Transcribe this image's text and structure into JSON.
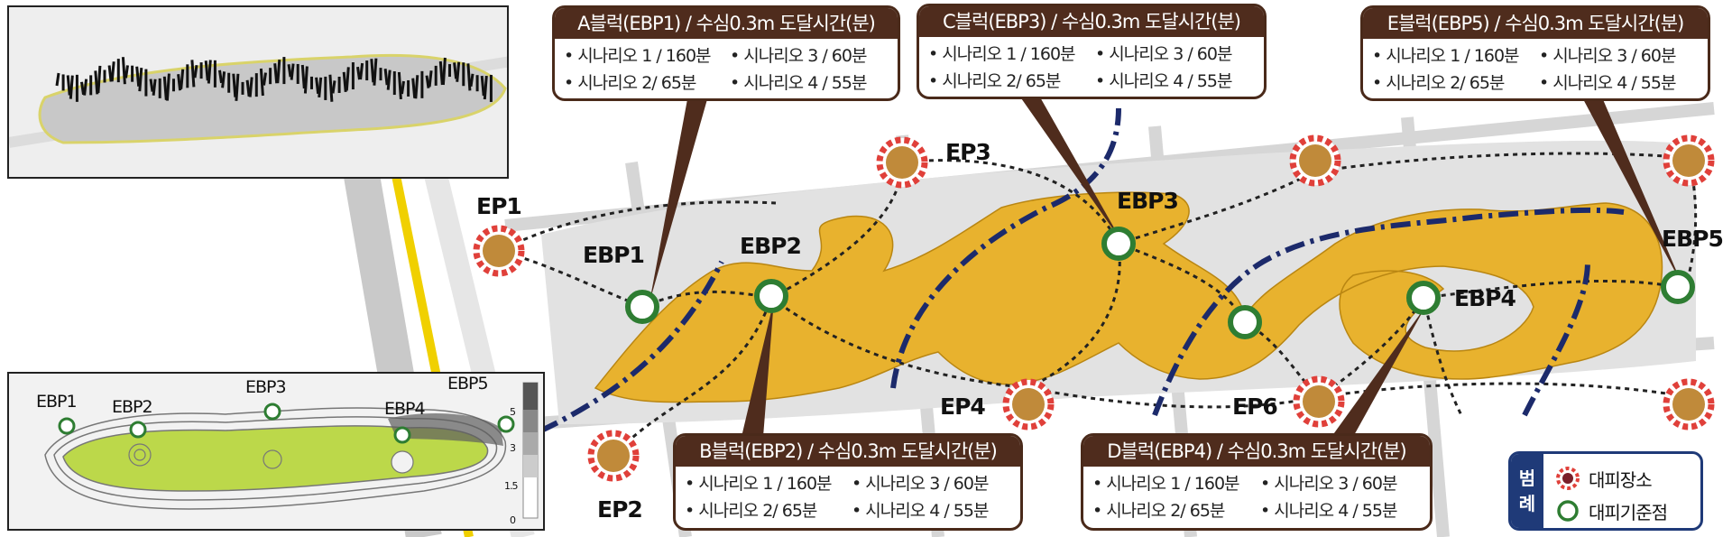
{
  "callouts": [
    {
      "title": "A블럭(EBP1) / 수심0.3m 도달시간(분)",
      "items": [
        "• 시나리오 1 / 160분",
        "• 시나리오 3 / 60분",
        "• 시나리오 2/ 65분",
        "• 시나리오 4 / 55분"
      ]
    },
    {
      "title": "C블럭(EBP3) / 수심0.3m 도달시간(분)",
      "items": [
        "• 시나리오 1 / 160분",
        "• 시나리오 3 / 60분",
        "• 시나리오 2/ 65분",
        "• 시나리오 4 / 55분"
      ]
    },
    {
      "title": "E블럭(EBP5) / 수심0.3m 도달시간(분)",
      "items": [
        "• 시나리오 1 / 160분",
        "• 시나리오 3 / 60분",
        "• 시나리오 2/ 65분",
        "• 시나리오 4 / 55분"
      ]
    },
    {
      "title": "B블럭(EBP2) / 수심0.3m 도달시간(분)",
      "items": [
        "• 시나리오 1 / 160분",
        "• 시나리오 3 / 60분",
        "• 시나리오 2/ 65분",
        "• 시나리오 4 / 55분"
      ]
    },
    {
      "title": "D블럭(EBP4) / 수심0.3m 도달시간(분)",
      "items": [
        "• 시나리오 1 / 160분",
        "• 시나리오 3 / 60분",
        "• 시나리오 2/ 65분",
        "• 시나리오 4 / 55분"
      ]
    }
  ],
  "map_labels": {
    "ep1": "EP1",
    "ep2": "EP2",
    "ep3": "EP3",
    "ep4": "EP4",
    "ep6": "EP6",
    "ebp1": "EBP1",
    "ebp2": "EBP2",
    "ebp3": "EBP3",
    "ebp4": "EBP4",
    "ebp5": "EBP5"
  },
  "inset_labels": {
    "ebp1": "EBP1",
    "ebp2": "EBP2",
    "ebp3": "EBP3",
    "ebp4": "EBP4",
    "ebp5": "EBP5"
  },
  "inset_scale": [
    "5",
    "3",
    "1.5",
    "0"
  ],
  "legend": {
    "title_line1": "범",
    "title_line2": "례",
    "evacuation_site": "대피장소",
    "evacuation_base": "대피기준점"
  },
  "colors": {
    "flood": "#e8b22e",
    "route": "#1c2a6b",
    "callout_brown": "#4f2c1d",
    "ep_marker": "#e0403a",
    "ebp_marker": "#2e7d32",
    "inset_green": "#bcd84a",
    "legend_blue": "#1f3a78"
  }
}
